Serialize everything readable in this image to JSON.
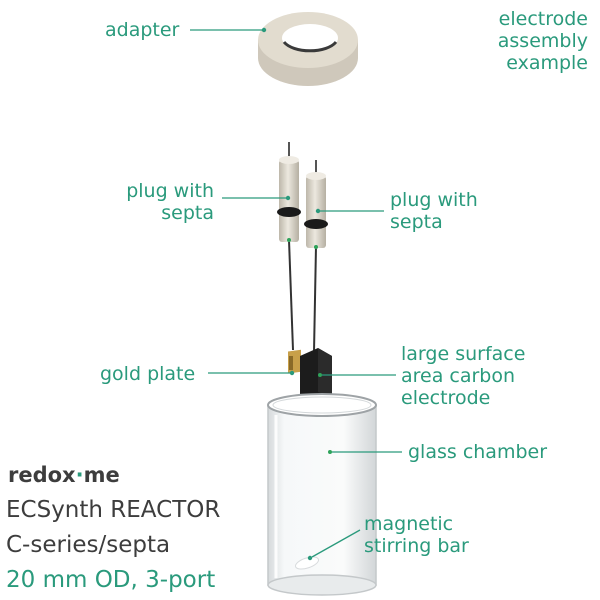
{
  "labels": {
    "adapter": "adapter",
    "electrode_assembly": "electrode\nassembly\nexample",
    "plug_left": "plug with\nsepta",
    "plug_right": "plug with\nsepta",
    "gold_plate": "gold plate",
    "carbon_electrode": "large surface\narea carbon\nelectrode",
    "glass_chamber": "glass chamber",
    "stirring_bar": "magnetic\nstirring bar"
  },
  "brand": {
    "prefix": "redox",
    "suffix": "me"
  },
  "product": {
    "line1": "ECSynth REACTOR",
    "line2": "C-series/septa",
    "line3": "20 mm OD, 3-port"
  },
  "colors": {
    "accent": "#2a9a7c",
    "text_dark": "#3d3d3d",
    "adapter": "#d8d2c6",
    "septa_ring": "#1a1a1a",
    "gold": "#c8a04a"
  }
}
